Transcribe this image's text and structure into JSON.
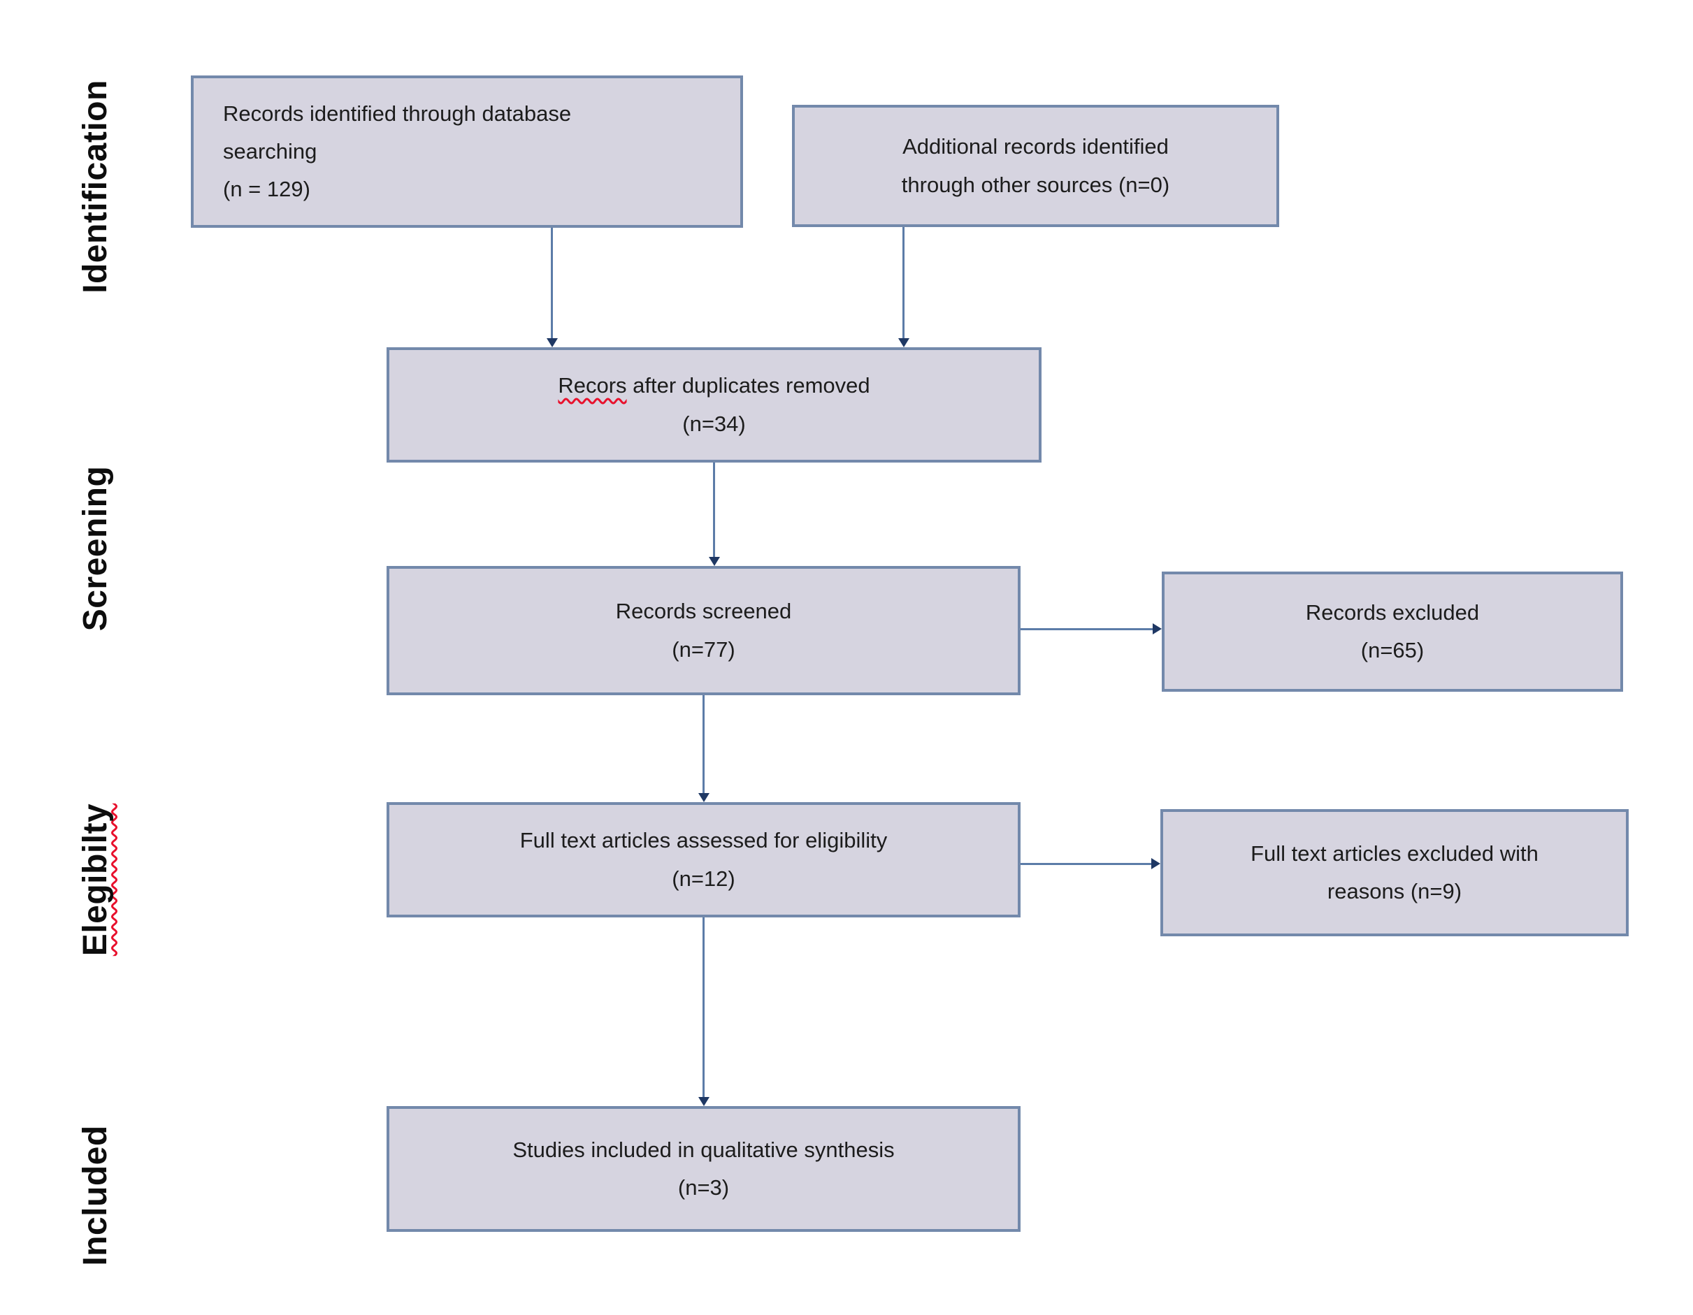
{
  "diagram": {
    "type": "prisma-flow",
    "stage_labels": [
      {
        "label": "Identification",
        "misspelled": false
      },
      {
        "label": "Screening",
        "misspelled": false
      },
      {
        "label": "Elegibilty",
        "misspelled": true
      },
      {
        "label": "Included",
        "misspelled": false
      }
    ],
    "boxes": {
      "identified": {
        "label": "Records identified through database searching",
        "count": "(n = 129)"
      },
      "additional": {
        "label": "Additional records identified through other sources (n=0)"
      },
      "duplicates": {
        "misspelled_word": "Recors",
        "label_rest": " after duplicates removed",
        "count": "(n=34)"
      },
      "screened": {
        "label": "Records screened",
        "count": "(n=77)"
      },
      "excluded": {
        "label": "Records excluded",
        "count": "(n=65)"
      },
      "fulltext": {
        "label": "Full text articles assessed for eligibility",
        "count": "(n=12)"
      },
      "fulltext_excluded": {
        "label": "Full text articles excluded with reasons (n=9)"
      },
      "qualitative": {
        "label": "Studies included in qualitative synthesis",
        "count": "(n=3)"
      }
    },
    "connections": [
      {
        "from": "identified",
        "to": "duplicates",
        "direction": "down"
      },
      {
        "from": "additional",
        "to": "duplicates",
        "direction": "down"
      },
      {
        "from": "duplicates",
        "to": "screened",
        "direction": "down"
      },
      {
        "from": "screened",
        "to": "excluded",
        "direction": "right"
      },
      {
        "from": "screened",
        "to": "fulltext",
        "direction": "down"
      },
      {
        "from": "fulltext",
        "to": "fulltext_excluded",
        "direction": "right"
      },
      {
        "from": "fulltext",
        "to": "qualitative",
        "direction": "down"
      }
    ]
  },
  "colors": {
    "box_fill": "#d6d4e0",
    "box_border": "#7389ab",
    "arrow_line": "#5c7ca8",
    "arrow_head": "#1f3864",
    "text": "#1c1c1c",
    "spellcheck_underline": "#e8112d",
    "background": "#ffffff"
  }
}
